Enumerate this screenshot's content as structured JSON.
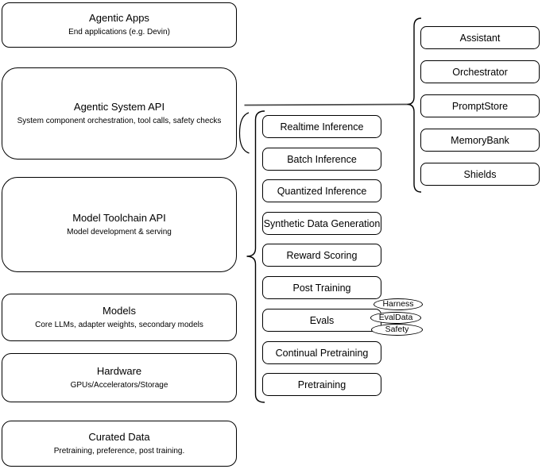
{
  "diagram": {
    "left_stack": [
      {
        "title": "Agentic Apps",
        "subtitle": "End applications (e.g. Devin)"
      },
      {
        "title": "Agentic System API",
        "subtitle": "System component orchestration, tool calls, safety checks"
      },
      {
        "title": "Model Toolchain API",
        "subtitle": "Model development & serving"
      },
      {
        "title": "Models",
        "subtitle": "Core LLMs, adapter weights, secondary models"
      },
      {
        "title": "Hardware",
        "subtitle": "GPUs/Accelerators/Storage"
      },
      {
        "title": "Curated Data",
        "subtitle": "Pretraining, preference, post training."
      }
    ],
    "toolchain_group": {
      "items": [
        "Realtime Inference",
        "Batch Inference",
        "Quantized Inference",
        "Synthetic Data Generation",
        "Reward Scoring",
        "Post Training",
        "Evals",
        "Continual Pretraining",
        "Pretraining"
      ],
      "evals_tags": [
        "Harness",
        "EvalData",
        "Safety"
      ]
    },
    "system_group": {
      "items": [
        "Assistant",
        "Orchestrator",
        "PromptStore",
        "MemoryBank",
        "Shields"
      ]
    },
    "colors": {
      "stroke": "#000000",
      "fill": "#ffffff",
      "text": "#000000",
      "connector": "#4a4a4a"
    }
  }
}
